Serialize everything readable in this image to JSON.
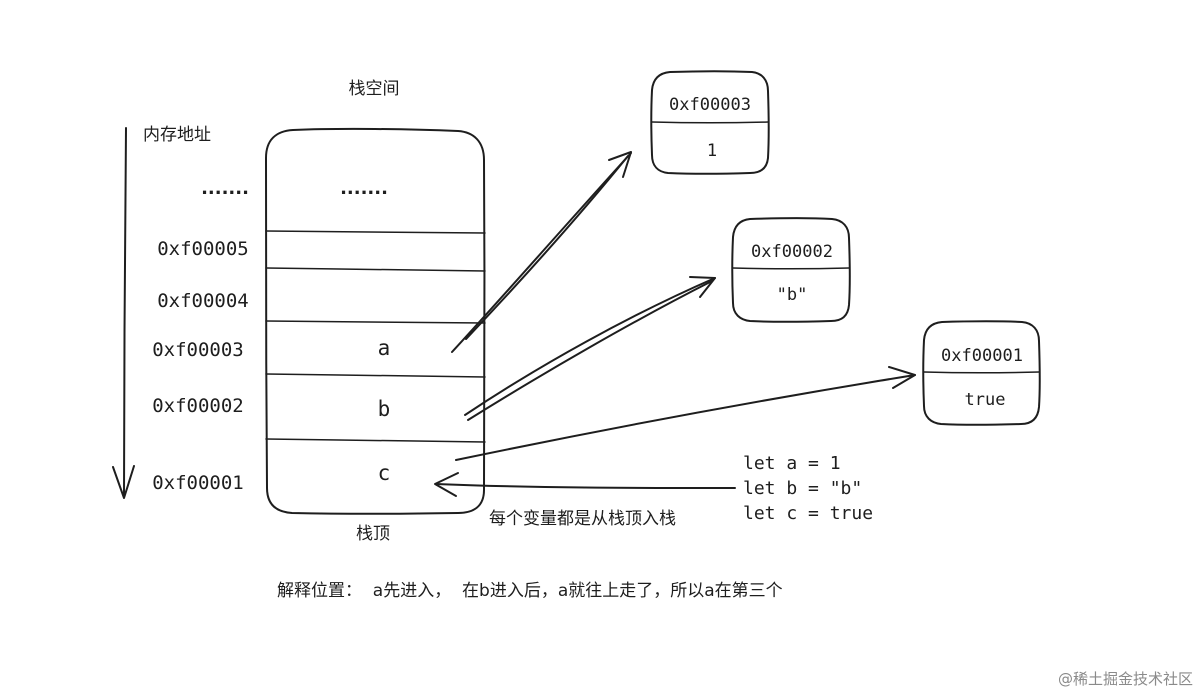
{
  "stack": {
    "title": "栈空间",
    "top_label": "栈顶",
    "ellipsis": ".......",
    "slots": [
      {
        "variable": ""
      },
      {
        "variable": ""
      },
      {
        "variable": "a"
      },
      {
        "variable": "b"
      },
      {
        "variable": "c"
      }
    ]
  },
  "address_axis": {
    "label": "内存地址",
    "ellipsis": ".......",
    "addresses": [
      "0xf00005",
      "0xf00004",
      "0xf00003",
      "0xf00002",
      "0xf00001"
    ]
  },
  "heap_boxes": [
    {
      "address": "0xf00003",
      "value": "1"
    },
    {
      "address": "0xf00002",
      "value": "\"b\""
    },
    {
      "address": "0xf00001",
      "value": "true"
    }
  ],
  "code": {
    "lines": [
      "let a = 1",
      "let b = \"b\"",
      "let c = true"
    ]
  },
  "push_note": "每个变量都是从栈顶入栈",
  "explanation": "解释位置：  a先进入，  在b进入后，a就往上走了，所以a在第三个",
  "watermark": "@稀土掘金技术社区"
}
